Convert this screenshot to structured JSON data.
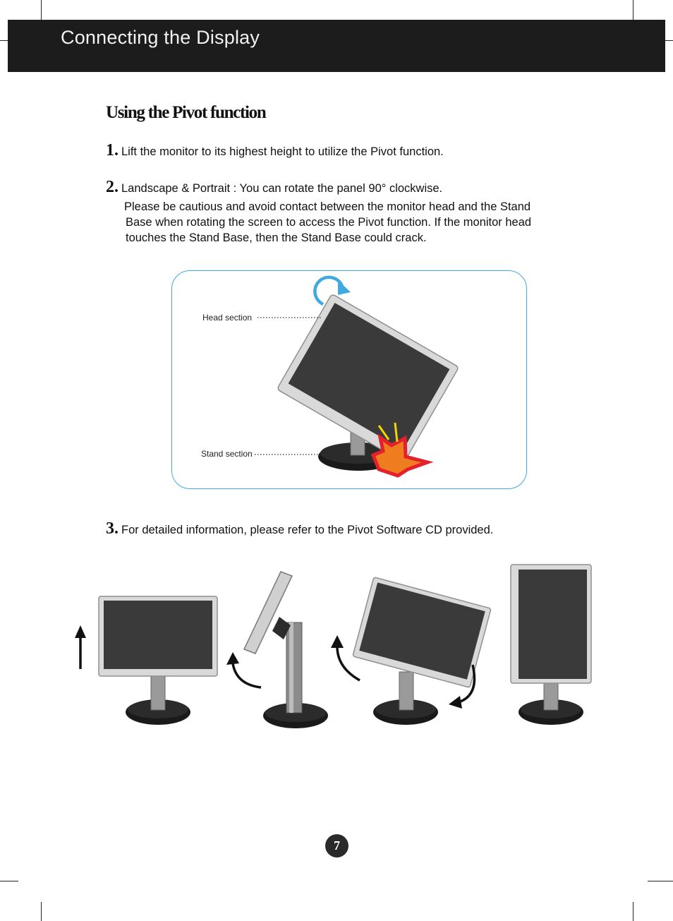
{
  "header": {
    "title": "Connecting the Display"
  },
  "section": {
    "title": "Using the Pivot function"
  },
  "steps": [
    {
      "num": "1.",
      "text": "Lift the monitor to its highest height to utilize the Pivot function."
    },
    {
      "num": "2.",
      "text": "Landscape & Portrait : You can rotate the panel 90° clockwise."
    },
    {
      "num": "3.",
      "text": "For detailed information, please refer to the Pivot Software CD provided."
    }
  ],
  "note": {
    "lines": [
      "Please be cautious and avoid contact between the monitor head and the Stand",
      "Base when rotating the screen to access the Pivot function. If the monitor head",
      "touches the Stand Base, then the Stand Base could crack."
    ]
  },
  "figure": {
    "head_label": "Head section",
    "stand_label": "Stand section",
    "accent_color": "#3fa9e0"
  },
  "page": {
    "number": "7"
  }
}
